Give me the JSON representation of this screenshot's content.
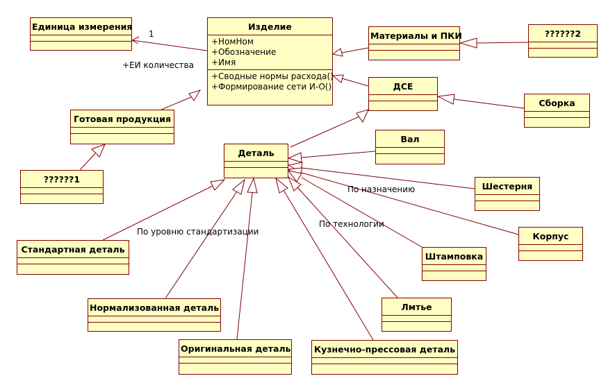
{
  "classes": {
    "edinica": {
      "name": "Единица измерения"
    },
    "izdelie": {
      "name": "Изделие",
      "attributes": [
        "+НомНом",
        "+Обозначение",
        "+Имя"
      ],
      "operations": [
        "+Сводные нормы расхода()",
        "+Формирование сети И-О()"
      ]
    },
    "materialy": {
      "name": "Материалы и ПКИ"
    },
    "q2": {
      "name": "??????2"
    },
    "dse": {
      "name": "ДСЕ"
    },
    "sborka": {
      "name": "Сборка"
    },
    "gotovaya": {
      "name": "Готовая продукция"
    },
    "q1": {
      "name": "??????1"
    },
    "detal": {
      "name": "Деталь"
    },
    "val": {
      "name": "Вал"
    },
    "shesternya": {
      "name": "Шестерня"
    },
    "korpus": {
      "name": "Корпус"
    },
    "shtampovka": {
      "name": "Штамповка"
    },
    "lite": {
      "name": "Лмтье"
    },
    "kuznechno": {
      "name": "Кузнечно-прессовая деталь"
    },
    "originalnaya": {
      "name": "Оригинальная деталь"
    },
    "normalizovannaya": {
      "name": "Нормализованная деталь"
    },
    "standartnaya": {
      "name": "Стандартная деталь"
    }
  },
  "labels": {
    "multiplicity": "1",
    "association_role": "+ЕИ количества",
    "by_purpose": "По назначению",
    "by_technology": "По технологии",
    "by_standardization": "По уровню стандартизации"
  },
  "colors": {
    "line": "#800000",
    "fill": "#ffffc4"
  }
}
